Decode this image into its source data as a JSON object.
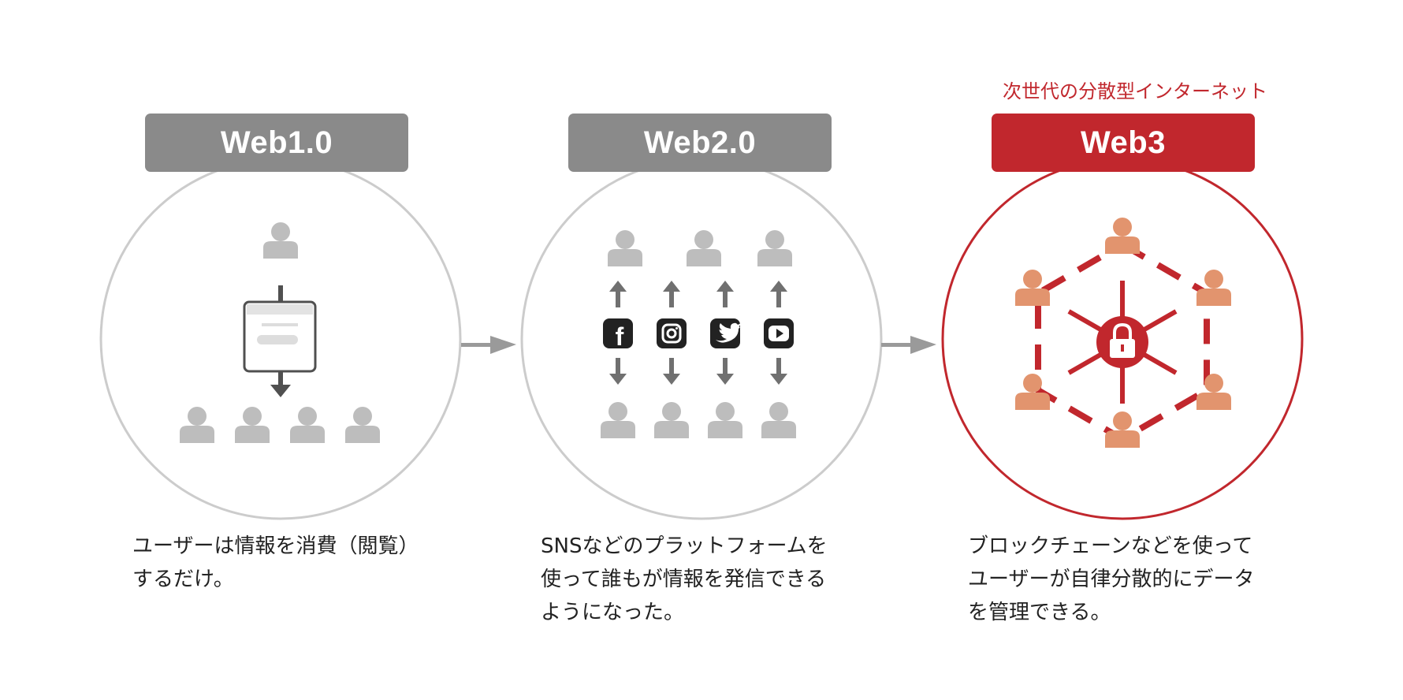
{
  "colors": {
    "gray_tab": "#8a8a8a",
    "red_accent": "#c1272d",
    "circle_gray": "#cccccc",
    "person_gray": "#bdbdbd",
    "person_orange": "#e2946e",
    "arrow_gray": "#9a9a9a",
    "icon_dark": "#222222"
  },
  "panels": [
    {
      "title": "Web1.0",
      "description": "ユーザーは情報を消費（閲覧）\nするだけ。"
    },
    {
      "title": "Web2.0",
      "description": "SNSなどのプラットフォームを\n使って誰もが情報を発信できる\nようになった。",
      "icons": [
        "facebook-icon",
        "instagram-icon",
        "twitter-icon",
        "youtube-icon"
      ]
    },
    {
      "subtitle": "次世代の分散型インターネット",
      "title": "Web3",
      "description": "ブロックチェーンなどを使って\nユーザーが自律分散的にデータ\nを管理できる。",
      "center_icon": "lock-icon"
    }
  ]
}
